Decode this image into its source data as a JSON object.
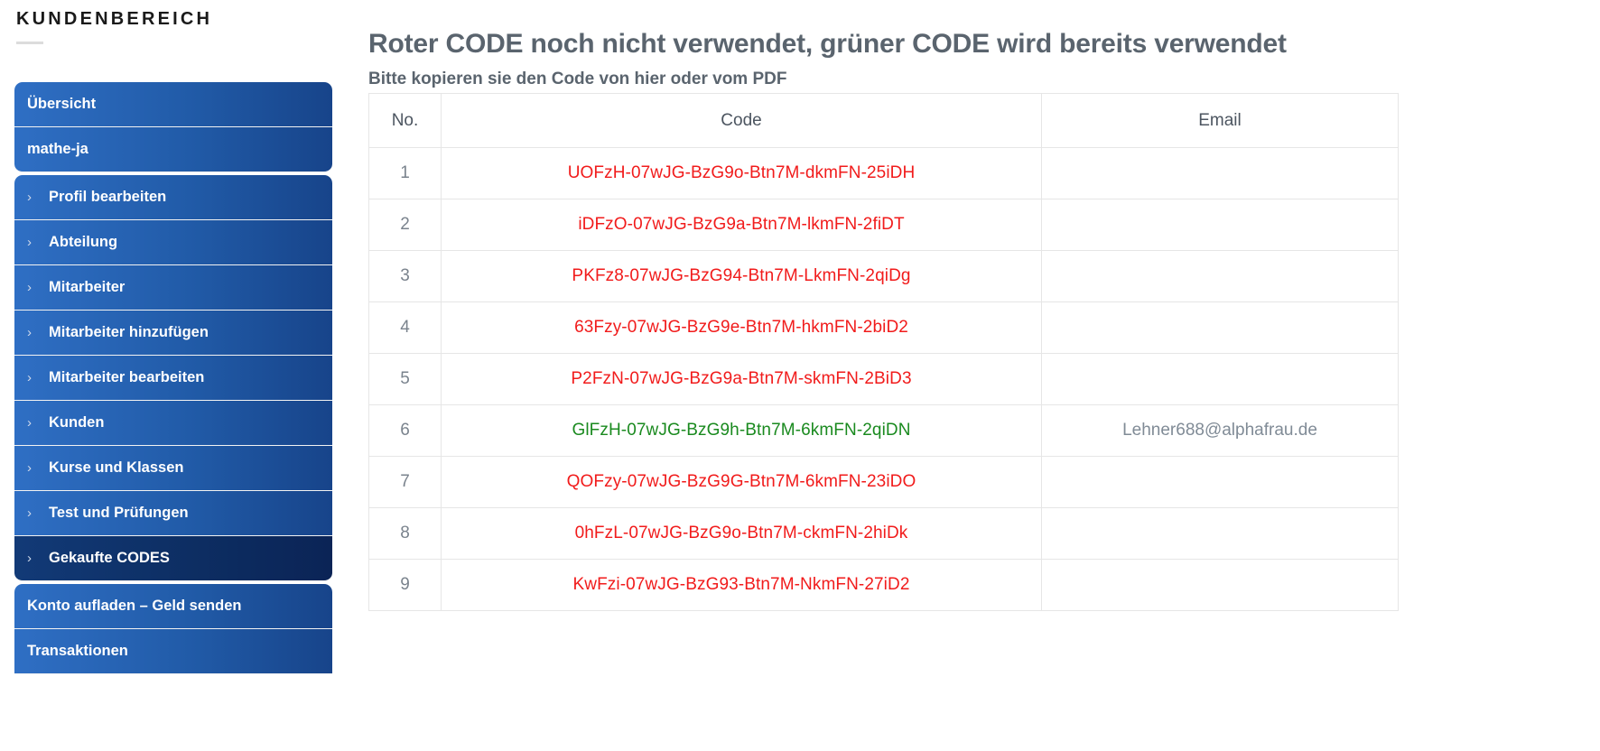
{
  "sidebar": {
    "brand": "KUNDENBEREICH",
    "items": [
      {
        "label": "Übersicht",
        "chevron": false,
        "active": false,
        "group_start": true,
        "group_end": false
      },
      {
        "label": "mathe-ja",
        "chevron": false,
        "active": false,
        "group_start": false,
        "group_end": true
      },
      {
        "label": "Profil bearbeiten",
        "chevron": true,
        "active": false,
        "group_start": true,
        "group_end": false
      },
      {
        "label": "Abteilung",
        "chevron": true,
        "active": false,
        "group_start": false,
        "group_end": false
      },
      {
        "label": "Mitarbeiter",
        "chevron": true,
        "active": false,
        "group_start": false,
        "group_end": false
      },
      {
        "label": "Mitarbeiter hinzufügen",
        "chevron": true,
        "active": false,
        "group_start": false,
        "group_end": false
      },
      {
        "label": "Mitarbeiter bearbeiten",
        "chevron": true,
        "active": false,
        "group_start": false,
        "group_end": false
      },
      {
        "label": "Kunden",
        "chevron": true,
        "active": false,
        "group_start": false,
        "group_end": false
      },
      {
        "label": "Kurse und Klassen",
        "chevron": true,
        "active": false,
        "group_start": false,
        "group_end": false
      },
      {
        "label": "Test und Prüfungen",
        "chevron": true,
        "active": false,
        "group_start": false,
        "group_end": false
      },
      {
        "label": "Gekaufte CODES",
        "chevron": true,
        "active": true,
        "group_start": false,
        "group_end": true
      },
      {
        "label": "Konto aufladen – Geld senden",
        "chevron": false,
        "active": false,
        "group_start": true,
        "group_end": false
      },
      {
        "label": "Transaktionen",
        "chevron": false,
        "active": false,
        "group_start": false,
        "group_end": false
      }
    ],
    "chevron_glyph": "›",
    "colors": {
      "nav_blue_light": "#2f6fc4",
      "nav_blue_dark": "#17448a",
      "nav_active": "#0d2e63",
      "brand_text": "#1a1a1a"
    }
  },
  "main": {
    "title": "Roter CODE noch nicht verwendet, grüner CODE wird bereits verwendet",
    "subtitle": "Bitte kopieren sie den Code von hier oder vom PDF",
    "table": {
      "columns": [
        "No.",
        "Code",
        "Email"
      ],
      "status_colors": {
        "unused": "#f11b1b",
        "used": "#1a8a1f"
      },
      "rows": [
        {
          "no": "1",
          "code": "UOFzH-07wJG-BzG9o-Btn7M-dkmFN-25iDH",
          "status": "unused",
          "email": ""
        },
        {
          "no": "2",
          "code": "iDFzO-07wJG-BzG9a-Btn7M-lkmFN-2fiDT",
          "status": "unused",
          "email": ""
        },
        {
          "no": "3",
          "code": "PKFz8-07wJG-BzG94-Btn7M-LkmFN-2qiDg",
          "status": "unused",
          "email": ""
        },
        {
          "no": "4",
          "code": "63Fzy-07wJG-BzG9e-Btn7M-hkmFN-2biD2",
          "status": "unused",
          "email": ""
        },
        {
          "no": "5",
          "code": "P2FzN-07wJG-BzG9a-Btn7M-skmFN-2BiD3",
          "status": "unused",
          "email": ""
        },
        {
          "no": "6",
          "code": "GlFzH-07wJG-BzG9h-Btn7M-6kmFN-2qiDN",
          "status": "used",
          "email": "Lehner688@alphafrau.de"
        },
        {
          "no": "7",
          "code": "QOFzy-07wJG-BzG9G-Btn7M-6kmFN-23iDO",
          "status": "unused",
          "email": ""
        },
        {
          "no": "8",
          "code": "0hFzL-07wJG-BzG9o-Btn7M-ckmFN-2hiDk",
          "status": "unused",
          "email": ""
        },
        {
          "no": "9",
          "code": "KwFzi-07wJG-BzG93-Btn7M-NkmFN-27iD2",
          "status": "unused",
          "email": ""
        }
      ]
    }
  }
}
